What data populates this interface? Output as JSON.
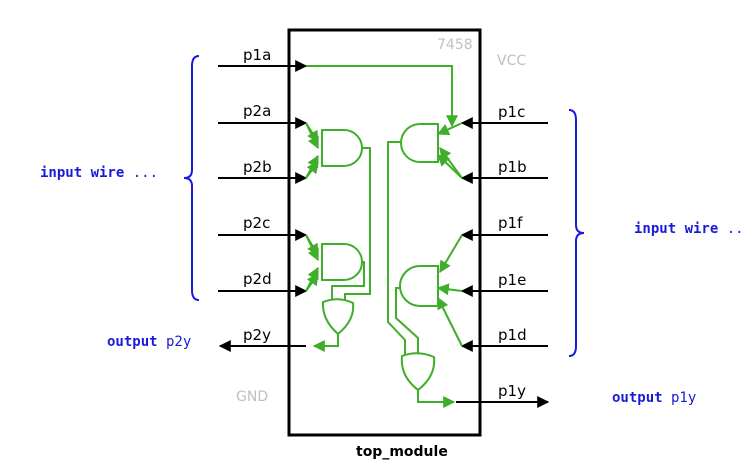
{
  "chip": {
    "part_number": "7458",
    "vcc_label": "VCC",
    "gnd_label": "GND",
    "module_name": "top_module"
  },
  "pins": {
    "p1a": "p1a",
    "p2a": "p2a",
    "p2b": "p2b",
    "p2c": "p2c",
    "p2d": "p2d",
    "p2y": "p2y",
    "p1c": "p1c",
    "p1b": "p1b",
    "p1f": "p1f",
    "p1e": "p1e",
    "p1d": "p1d",
    "p1y": "p1y"
  },
  "annotations": {
    "left_inputs": {
      "keyword": "input wire",
      "suffix": " ..."
    },
    "right_inputs": {
      "keyword": "input wire",
      "suffix": " .."
    },
    "out_p2y": {
      "keyword": "output",
      "name": " p2y"
    },
    "out_p1y": {
      "keyword": "output",
      "name": " p1y"
    }
  },
  "colors": {
    "wire": "#000000",
    "gate": "#3fae2a",
    "annotation": "#1a1adb",
    "chip_note": "#bfbfbf"
  }
}
